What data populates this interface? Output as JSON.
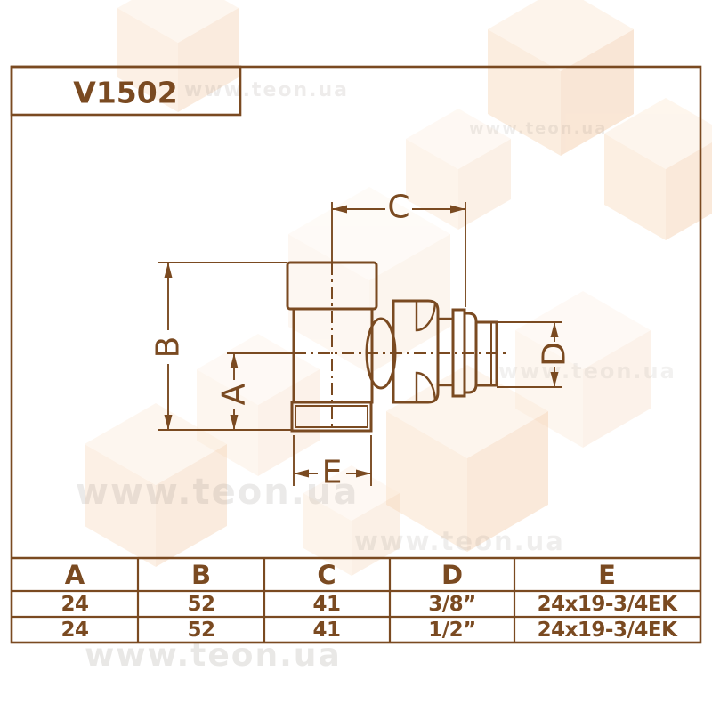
{
  "title": "V1502",
  "drawing": {
    "dim_labels": {
      "A": "A",
      "B": "B",
      "C": "C",
      "D": "D",
      "E": "E"
    }
  },
  "table": {
    "headers": [
      "A",
      "B",
      "C",
      "D",
      "E"
    ],
    "rows": [
      [
        "24",
        "52",
        "41",
        "3/8”",
        "24x19-3/4EK"
      ],
      [
        "24",
        "52",
        "41",
        "1/2”",
        "24x19-3/4EK"
      ]
    ]
  },
  "watermarks": [
    "www.teon.ua",
    "www.teon.ua",
    "www.teon.ua",
    "www.teon.ua",
    "www.teon.ua",
    "www.teon.ua"
  ],
  "colors": {
    "line": "#7a4a21",
    "text": "#7a4a21",
    "hex_top": "#fcead8",
    "hex_left": "#f9dcc0",
    "hex_right": "#f5cfae",
    "watermark_text": "#8a827a",
    "background": "#ffffff"
  }
}
